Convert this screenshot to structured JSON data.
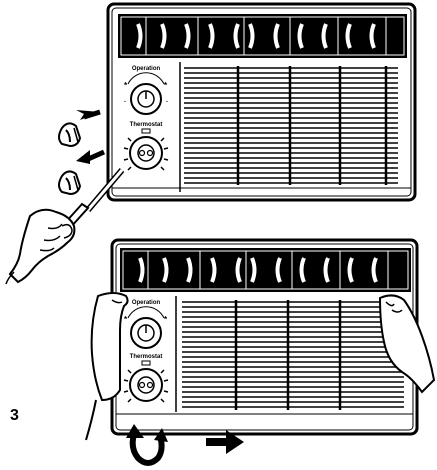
{
  "figure": {
    "step_number": "3",
    "top_unit": {
      "dial_upper_label": "Operation",
      "dial_lower_label": "Thermostat"
    },
    "bottom_unit": {
      "dial_upper_label": "Operation",
      "dial_lower_label": "Thermostat"
    }
  }
}
